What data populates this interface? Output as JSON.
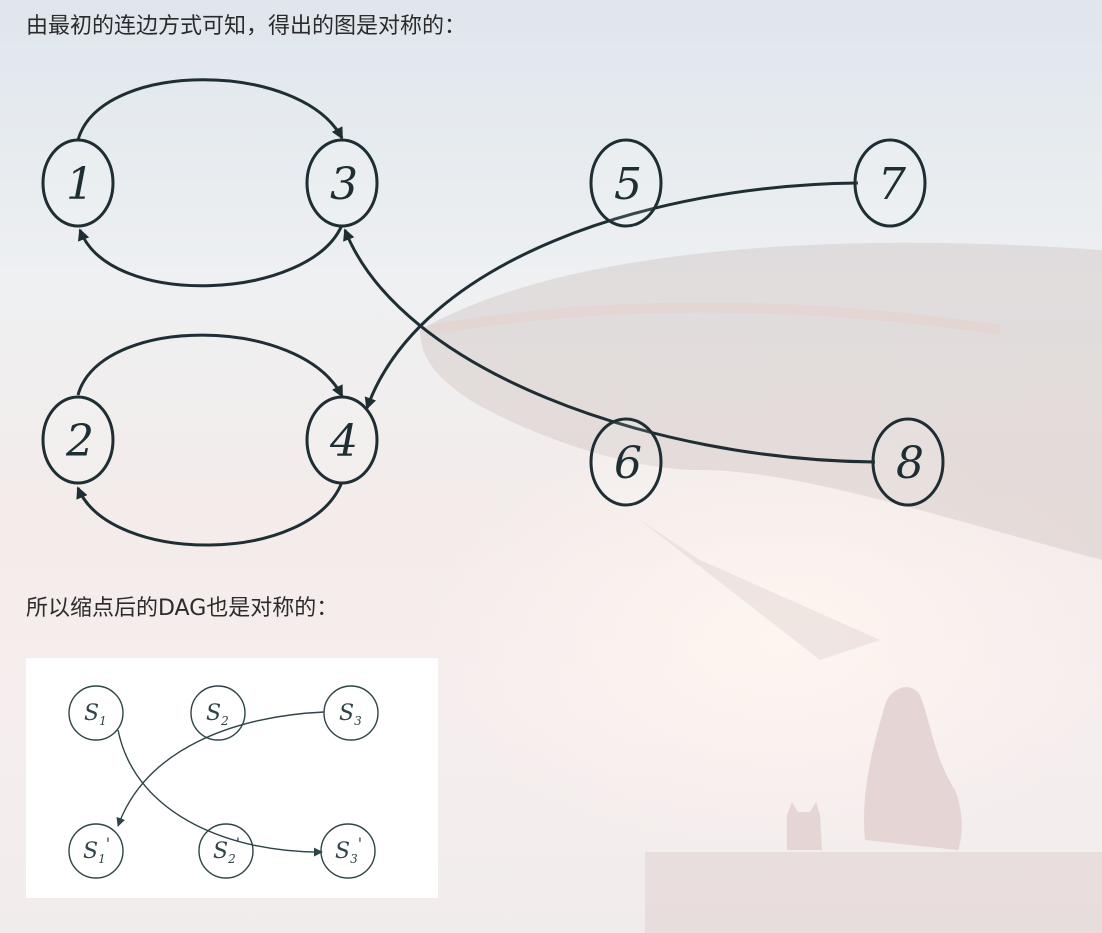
{
  "text": {
    "paragraph1": "由最初的连边方式可知，得出的图是对称的：",
    "paragraph2": "所以缩点后的DAG也是对称的："
  },
  "figure1": {
    "nodes": [
      "1",
      "2",
      "3",
      "4",
      "5",
      "6",
      "7",
      "8"
    ]
  },
  "figure2": {
    "nodes": [
      {
        "base": "S",
        "sub": "1",
        "prime": ""
      },
      {
        "base": "S",
        "sub": "2",
        "prime": ""
      },
      {
        "base": "S",
        "sub": "3",
        "prime": ""
      },
      {
        "base": "S",
        "sub": "1",
        "prime": "'"
      },
      {
        "base": "S",
        "sub": "2",
        "prime": "'"
      },
      {
        "base": "S",
        "sub": "3",
        "prime": "'"
      }
    ]
  },
  "colors": {
    "stroke": "#1e2e33",
    "text": "#2b2b2b",
    "panel": "#ffffff"
  }
}
